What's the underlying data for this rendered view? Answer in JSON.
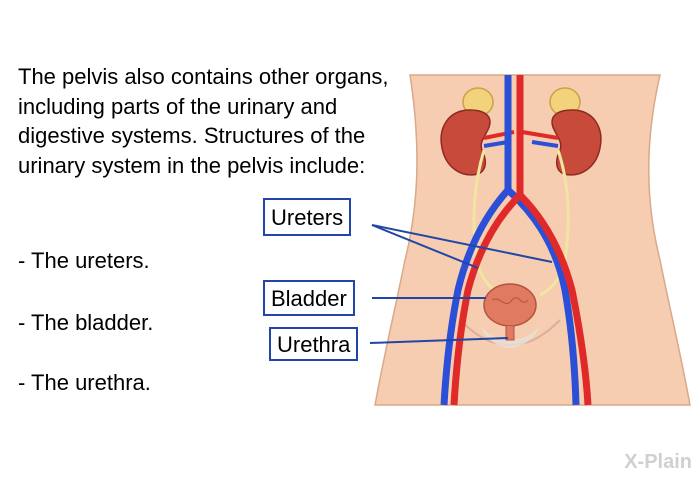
{
  "intro_text": "The pelvis also contains other organs, including parts of the urinary and digestive systems. Structures of the urinary system in the pelvis include:",
  "bullets": [
    "- The ureters.",
    "- The bladder.",
    "- The urethra."
  ],
  "labels": {
    "ureters": "Ureters",
    "bladder": "Bladder",
    "urethra": "Urethra"
  },
  "logo": "X-Plain",
  "colors": {
    "skin": "#f6cdb0",
    "artery": "#e02a2a",
    "vein": "#2b4fd6",
    "kidney": "#c84a3a",
    "gland": "#f2d27a",
    "ureter": "#f0e6a0",
    "leader": "#2146a8"
  }
}
